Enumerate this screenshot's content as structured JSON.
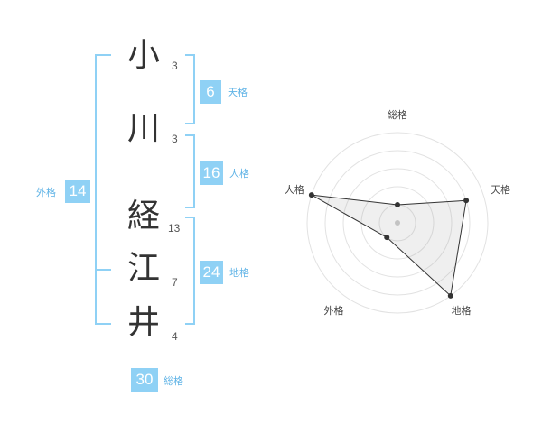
{
  "name": {
    "chars": [
      {
        "char": "小",
        "strokes": "3"
      },
      {
        "char": "川",
        "strokes": "3"
      },
      {
        "char": "経",
        "strokes": "13"
      },
      {
        "char": "江",
        "strokes": "7"
      },
      {
        "char": "井",
        "strokes": "4"
      }
    ]
  },
  "fortune": {
    "ten": {
      "value": "6",
      "label": "天格"
    },
    "jin": {
      "value": "16",
      "label": "人格"
    },
    "chi": {
      "value": "24",
      "label": "地格"
    },
    "gai": {
      "value": "14",
      "label": "外格"
    },
    "so": {
      "value": "30",
      "label": "総格"
    }
  },
  "colors": {
    "accent": "#8fd1f5",
    "accent_text": "#5fb3e6"
  },
  "chart_data": {
    "type": "radar",
    "axes": [
      "総格",
      "天格",
      "地格",
      "外格",
      "人格"
    ],
    "max": 5,
    "rings": 5,
    "values": [
      1,
      4,
      5,
      1,
      5
    ]
  }
}
